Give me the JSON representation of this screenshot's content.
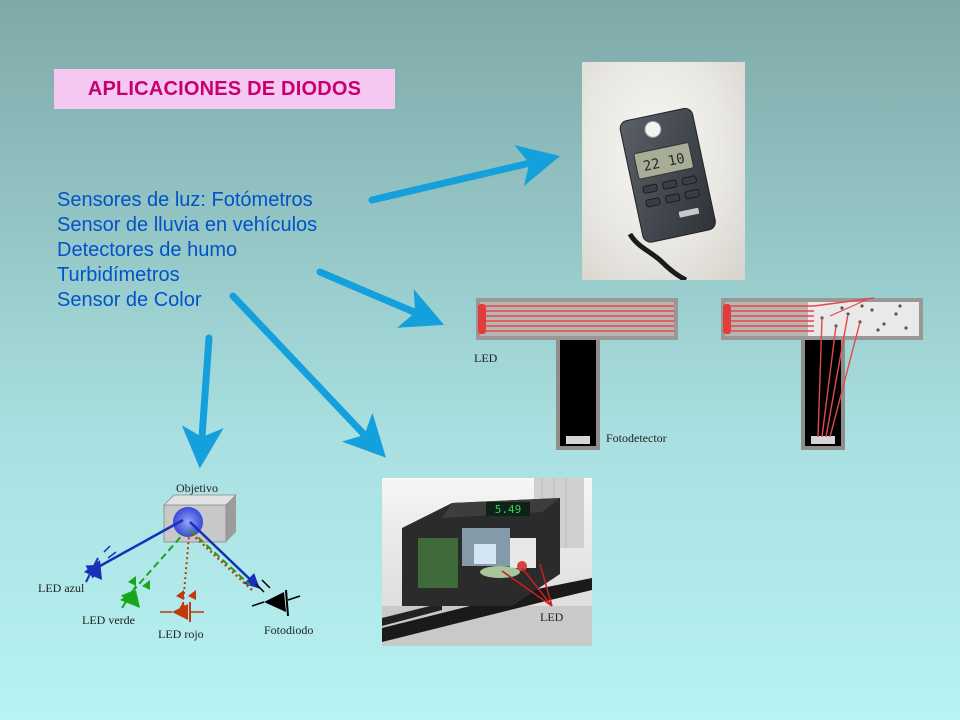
{
  "slide": {
    "title": "APLICACIONES DE DIODOS",
    "applications": [
      "Sensores de luz: Fotómetros",
      "Sensor de lluvia en vehículos",
      "Detectores de humo",
      "Turbidímetros",
      "Sensor de Color"
    ]
  },
  "smoke_detector": {
    "led_label": "LED",
    "photodetector_label": "Fotodetector"
  },
  "color_sensor": {
    "target_label": "Objetivo",
    "led_blue_label": "LED azul",
    "led_green_label": "LED verde",
    "led_red_label": "LED rojo",
    "photodiode_label": "Fotodiodo"
  },
  "led_sensor_photo": {
    "label": "LED",
    "display_text": "5.49"
  },
  "colors": {
    "title_bg": "#f4c8f0",
    "title_text": "#c8006f",
    "list_text": "#0053c8",
    "arrow": "#13a0dc",
    "beam_red": "#e4484a"
  }
}
